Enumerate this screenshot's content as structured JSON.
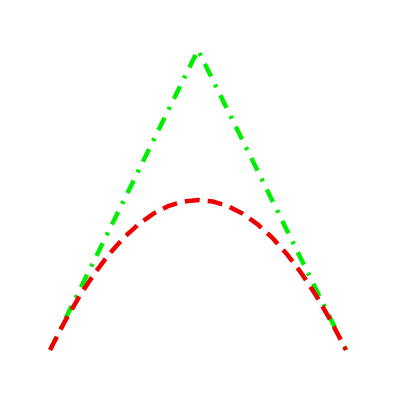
{
  "chart_data": {
    "type": "line",
    "xlim": [
      0,
      1
    ],
    "ylim": [
      0,
      1
    ],
    "grid": false,
    "series": [
      {
        "key": "green-dashdot",
        "color": "#00ee00",
        "line_style": "dash-dot",
        "x": [
          0.0,
          0.5,
          1.0
        ],
        "y": [
          0.0,
          1.0,
          0.0
        ]
      },
      {
        "key": "red-dashed",
        "color": "#ee0000",
        "line_style": "dashed",
        "x": [
          0.0,
          0.05,
          0.1,
          0.15,
          0.2,
          0.25,
          0.3,
          0.35,
          0.4,
          0.45,
          0.5,
          0.55,
          0.6,
          0.65,
          0.7,
          0.75,
          0.8,
          0.85,
          0.9,
          0.95,
          1.0
        ],
        "y": [
          0.0,
          0.095,
          0.18,
          0.255,
          0.32,
          0.375,
          0.42,
          0.455,
          0.48,
          0.495,
          0.5,
          0.495,
          0.48,
          0.455,
          0.42,
          0.375,
          0.32,
          0.255,
          0.18,
          0.095,
          0.0
        ]
      }
    ]
  }
}
